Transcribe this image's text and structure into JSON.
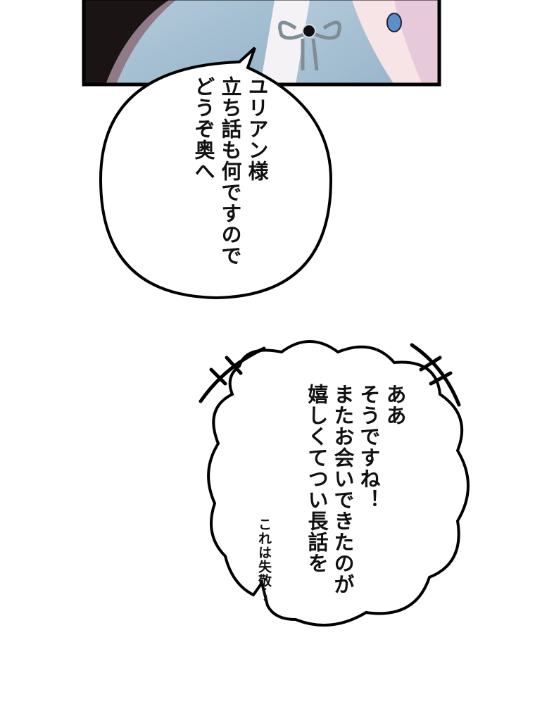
{
  "panel": {
    "description_colors": {
      "dress": "#a9c4d6",
      "dark": "#1a1414",
      "skin": "#f6e4e6",
      "hair": "#e7c9dc",
      "eye": "#5d8fc9",
      "border": "#000000"
    }
  },
  "speech_bubble": {
    "lines": [
      "ユリアン様",
      "立ち話も何ですので",
      "どうぞ奥へ"
    ]
  },
  "thought_bubble": {
    "lines": [
      "ああ",
      "そうですね！",
      "またお会いできたのが",
      "嬉しくてつい長話を"
    ],
    "aside": "これは失敬〜"
  }
}
